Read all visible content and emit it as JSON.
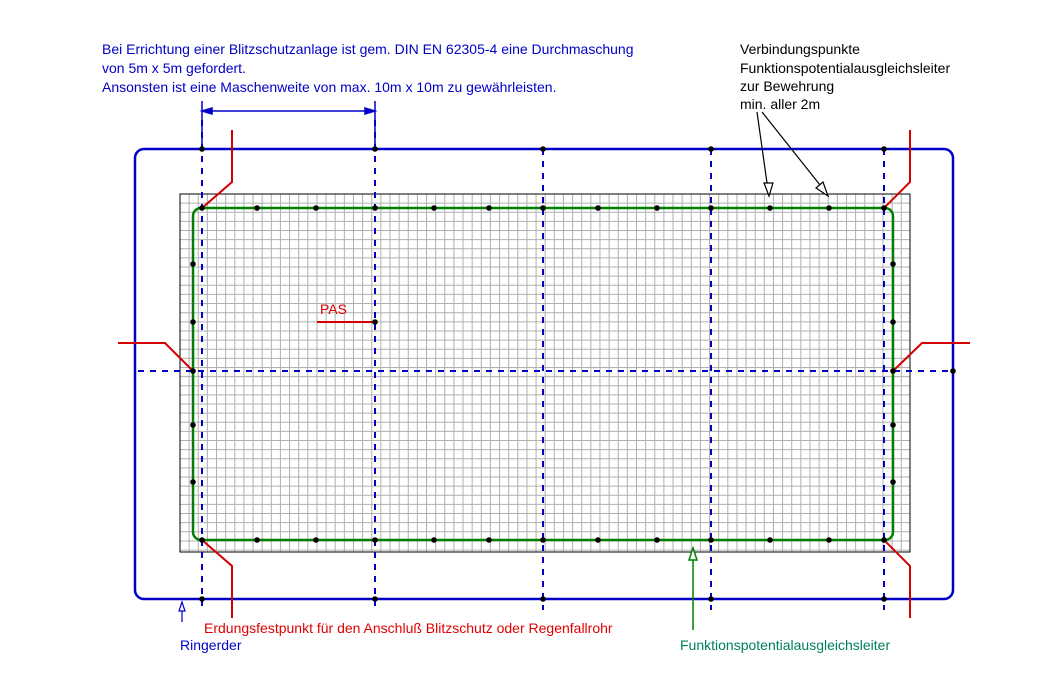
{
  "colors": {
    "ring": "#0000c8",
    "conductor": "#008000",
    "earthing": "#d40000",
    "grid": "#b0b0b0"
  },
  "note_top": {
    "line1": "Bei Errichtung einer Blitzschutzanlage ist gem. DIN EN 62305-4 eine Durchmaschung",
    "line2": "von 5m x 5m gefordert.",
    "line3": "Ansonsten ist eine Maschenweite von max. 10m x 10m zu gewährleisten."
  },
  "note_right": {
    "line1": "Verbindungspunkte",
    "line2": "Funktionspotentialausgleichsleiter",
    "line3": "zur Bewehrung",
    "line4": "min. aller 2m"
  },
  "pas_label": "PAS",
  "earthing_label": "Erdungsfestpunkt für den Anschluß Blitzschutz oder Regenfallrohr",
  "ring_label": "Ringerder",
  "conductor_label": "Funktionspotentialausgleichsleiter"
}
